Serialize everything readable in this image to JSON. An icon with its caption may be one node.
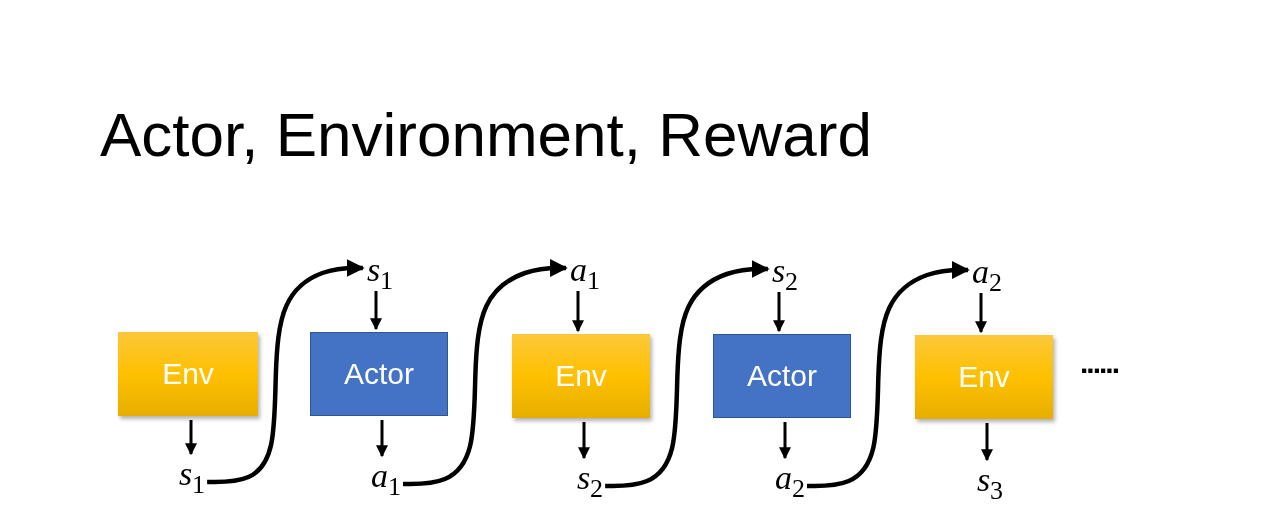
{
  "diagram": {
    "title": "Actor, Environment, Reward",
    "nodes": [
      {
        "text": [
          "Env"
        ]
      },
      {
        "text": [
          "*s*$_{1}$"
        ]
      },
      {
        "text": [
          "*s*$_{1}$"
        ]
      },
      {
        "text": [
          "Actor"
        ]
      },
      {
        "text": [
          "*a*$_{1}$"
        ]
      },
      {
        "text": [
          "*a*$_{1}$"
        ]
      },
      {
        "text": [
          "Env"
        ]
      },
      {
        "text": [
          "*s*$_{2}$"
        ]
      },
      {
        "text": [
          "*s*$_{2}$"
        ]
      },
      {
        "text": [
          "Actor"
        ]
      },
      {
        "text": [
          "*a*$_{2}$"
        ]
      },
      {
        "text": [
          "*a*$_{2}$"
        ]
      },
      {
        "text": [
          "Env"
        ]
      },
      {
        "text": [
          "*s*$_{3}$"
        ]
      }
    ],
    "edges": [
      {
        "from": 0,
        "to": 1,
        "arrow": "to"
      },
      {
        "from": 1,
        "to": 2,
        "arrow": "to"
      },
      {
        "from": 2,
        "to": 3,
        "arrow": "to"
      },
      {
        "from": 3,
        "to": 4,
        "arrow": "to"
      },
      {
        "from": 4,
        "to": 5,
        "arrow": "to"
      },
      {
        "from": 5,
        "to": 6,
        "arrow": "to"
      },
      {
        "from": 6,
        "to": 7,
        "arrow": "to"
      },
      {
        "from": 7,
        "to": 8,
        "arrow": "to"
      },
      {
        "from": 8,
        "to": 9,
        "arrow": "to"
      },
      {
        "from": 9,
        "to": 10,
        "arrow": "to"
      },
      {
        "from": 10,
        "to": 11,
        "arrow": "to"
      },
      {
        "from": 11,
        "to": 12,
        "arrow": "to"
      },
      {
        "from": 12,
        "to": 13,
        "arrow": "to"
      }
    ],
    "labels": [
      "......"
    ]
  }
}
